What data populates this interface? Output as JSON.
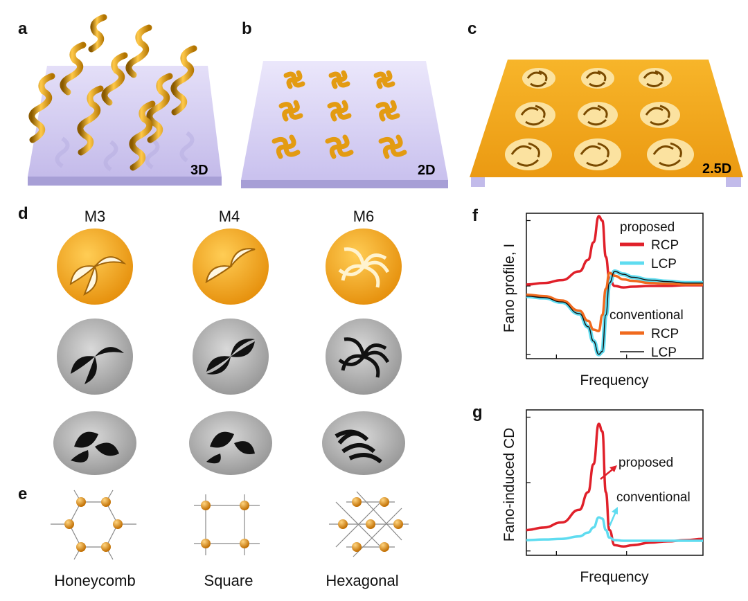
{
  "panels": {
    "a": {
      "label": "a",
      "tag": "3D"
    },
    "b": {
      "label": "b",
      "tag": "2D"
    },
    "c": {
      "label": "c",
      "tag": "2.5D"
    },
    "d": {
      "label": "d",
      "columns": [
        "M3",
        "M4",
        "M6"
      ]
    },
    "e": {
      "label": "e",
      "lattices": [
        "Honeycomb",
        "Square",
        "Hexagonal"
      ]
    },
    "f": {
      "label": "f"
    },
    "g": {
      "label": "g"
    }
  },
  "colors": {
    "gold": "#f0a820",
    "substrate": "#cfc8ee",
    "red": "#e0202a",
    "cyan": "#5fdcf0",
    "orange": "#f06a1e",
    "black": "#111111"
  },
  "chart_data": [
    {
      "panel": "f",
      "type": "line",
      "title": "",
      "xlabel": "Frequency",
      "ylabel": "Fano profile, I",
      "legend_headers": [
        "proposed",
        "conventional"
      ],
      "legend_placement": "right",
      "x": [
        0.0,
        0.1,
        0.2,
        0.3,
        0.35,
        0.38,
        0.41,
        0.43,
        0.45,
        0.47,
        0.5,
        0.55,
        0.6,
        0.7,
        0.8,
        0.9,
        1.0
      ],
      "ylim": [
        0,
        1
      ],
      "series": [
        {
          "name": "RCP",
          "group": "proposed",
          "color": "#e0202a",
          "values": [
            0.51,
            0.52,
            0.54,
            0.6,
            0.68,
            0.8,
            0.98,
            0.95,
            0.7,
            0.55,
            0.5,
            0.49,
            0.495,
            0.5,
            0.5,
            0.505,
            0.505
          ]
        },
        {
          "name": "LCP",
          "group": "proposed",
          "color": "#5fdcf0",
          "values": [
            0.43,
            0.42,
            0.39,
            0.31,
            0.22,
            0.12,
            0.03,
            0.05,
            0.3,
            0.52,
            0.6,
            0.58,
            0.56,
            0.54,
            0.53,
            0.52,
            0.52
          ]
        },
        {
          "name": "RCP",
          "group": "conventional",
          "color": "#f06a1e",
          "values": [
            0.44,
            0.43,
            0.4,
            0.33,
            0.26,
            0.2,
            0.19,
            0.3,
            0.48,
            0.59,
            0.57,
            0.545,
            0.535,
            0.52,
            0.515,
            0.51,
            0.51
          ]
        },
        {
          "name": "LCP",
          "group": "conventional",
          "color": "#111111",
          "values": [
            0.43,
            0.42,
            0.39,
            0.31,
            0.22,
            0.12,
            0.03,
            0.05,
            0.3,
            0.52,
            0.6,
            0.58,
            0.56,
            0.54,
            0.53,
            0.52,
            0.52
          ]
        }
      ]
    },
    {
      "panel": "g",
      "type": "line",
      "title": "",
      "xlabel": "Frequency",
      "ylabel": "Fano-induced CD",
      "annotations": [
        "proposed",
        "conventional"
      ],
      "x": [
        0.0,
        0.1,
        0.2,
        0.3,
        0.35,
        0.38,
        0.41,
        0.43,
        0.45,
        0.47,
        0.5,
        0.55,
        0.6,
        0.7,
        0.8,
        0.9,
        1.0
      ],
      "ylim": [
        0,
        1
      ],
      "series": [
        {
          "name": "proposed",
          "color": "#e0202a",
          "values": [
            0.1,
            0.12,
            0.16,
            0.26,
            0.4,
            0.62,
            0.94,
            0.88,
            0.4,
            0.1,
            -0.02,
            -0.03,
            -0.02,
            0.0,
            0.01,
            0.02,
            0.03
          ]
        },
        {
          "name": "conventional",
          "color": "#5fdcf0",
          "values": [
            0.02,
            0.025,
            0.03,
            0.05,
            0.08,
            0.12,
            0.2,
            0.19,
            0.1,
            0.04,
            0.02,
            0.015,
            0.015,
            0.015,
            0.015,
            0.015,
            0.015
          ]
        }
      ]
    }
  ]
}
